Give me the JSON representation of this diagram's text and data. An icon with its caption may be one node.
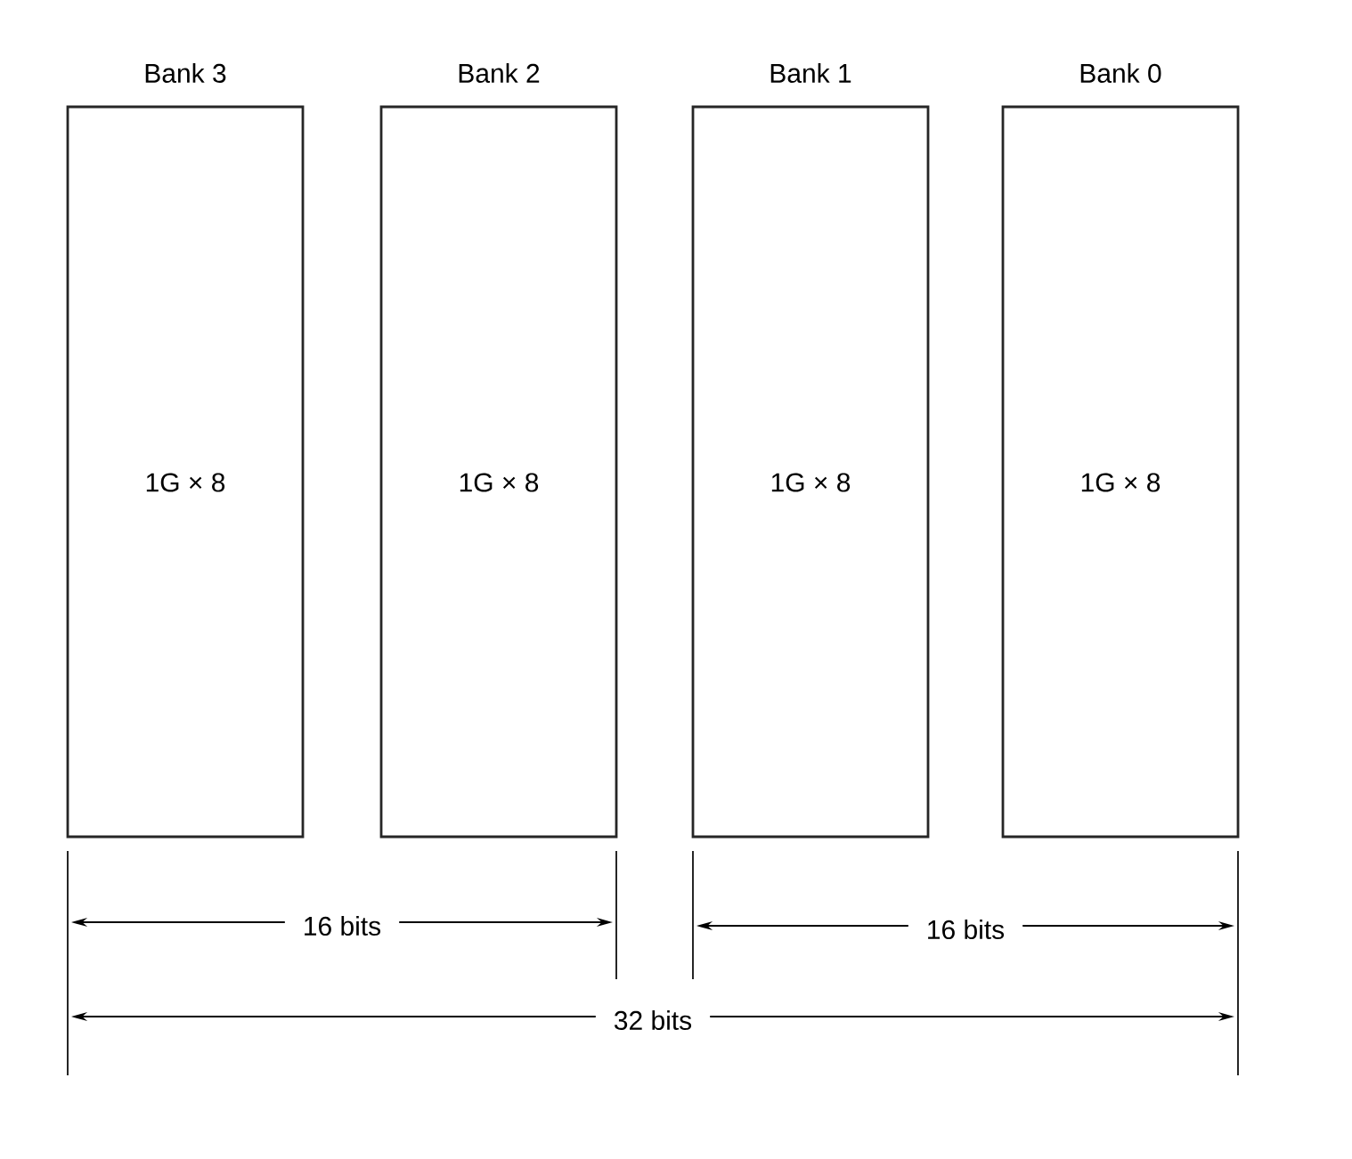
{
  "diagram": {
    "nodes": [
      {
        "text": [
          "Bank 3",
          "1G × 8"
        ]
      },
      {
        "text": [
          "Bank 2",
          "1G × 8"
        ]
      },
      {
        "text": [
          "Bank 1",
          "1G × 8"
        ]
      },
      {
        "text": [
          "Bank 0",
          "1G × 8"
        ]
      }
    ],
    "edges": [],
    "labels": [
      "16 bits",
      "16 bits",
      "32 bits"
    ]
  }
}
